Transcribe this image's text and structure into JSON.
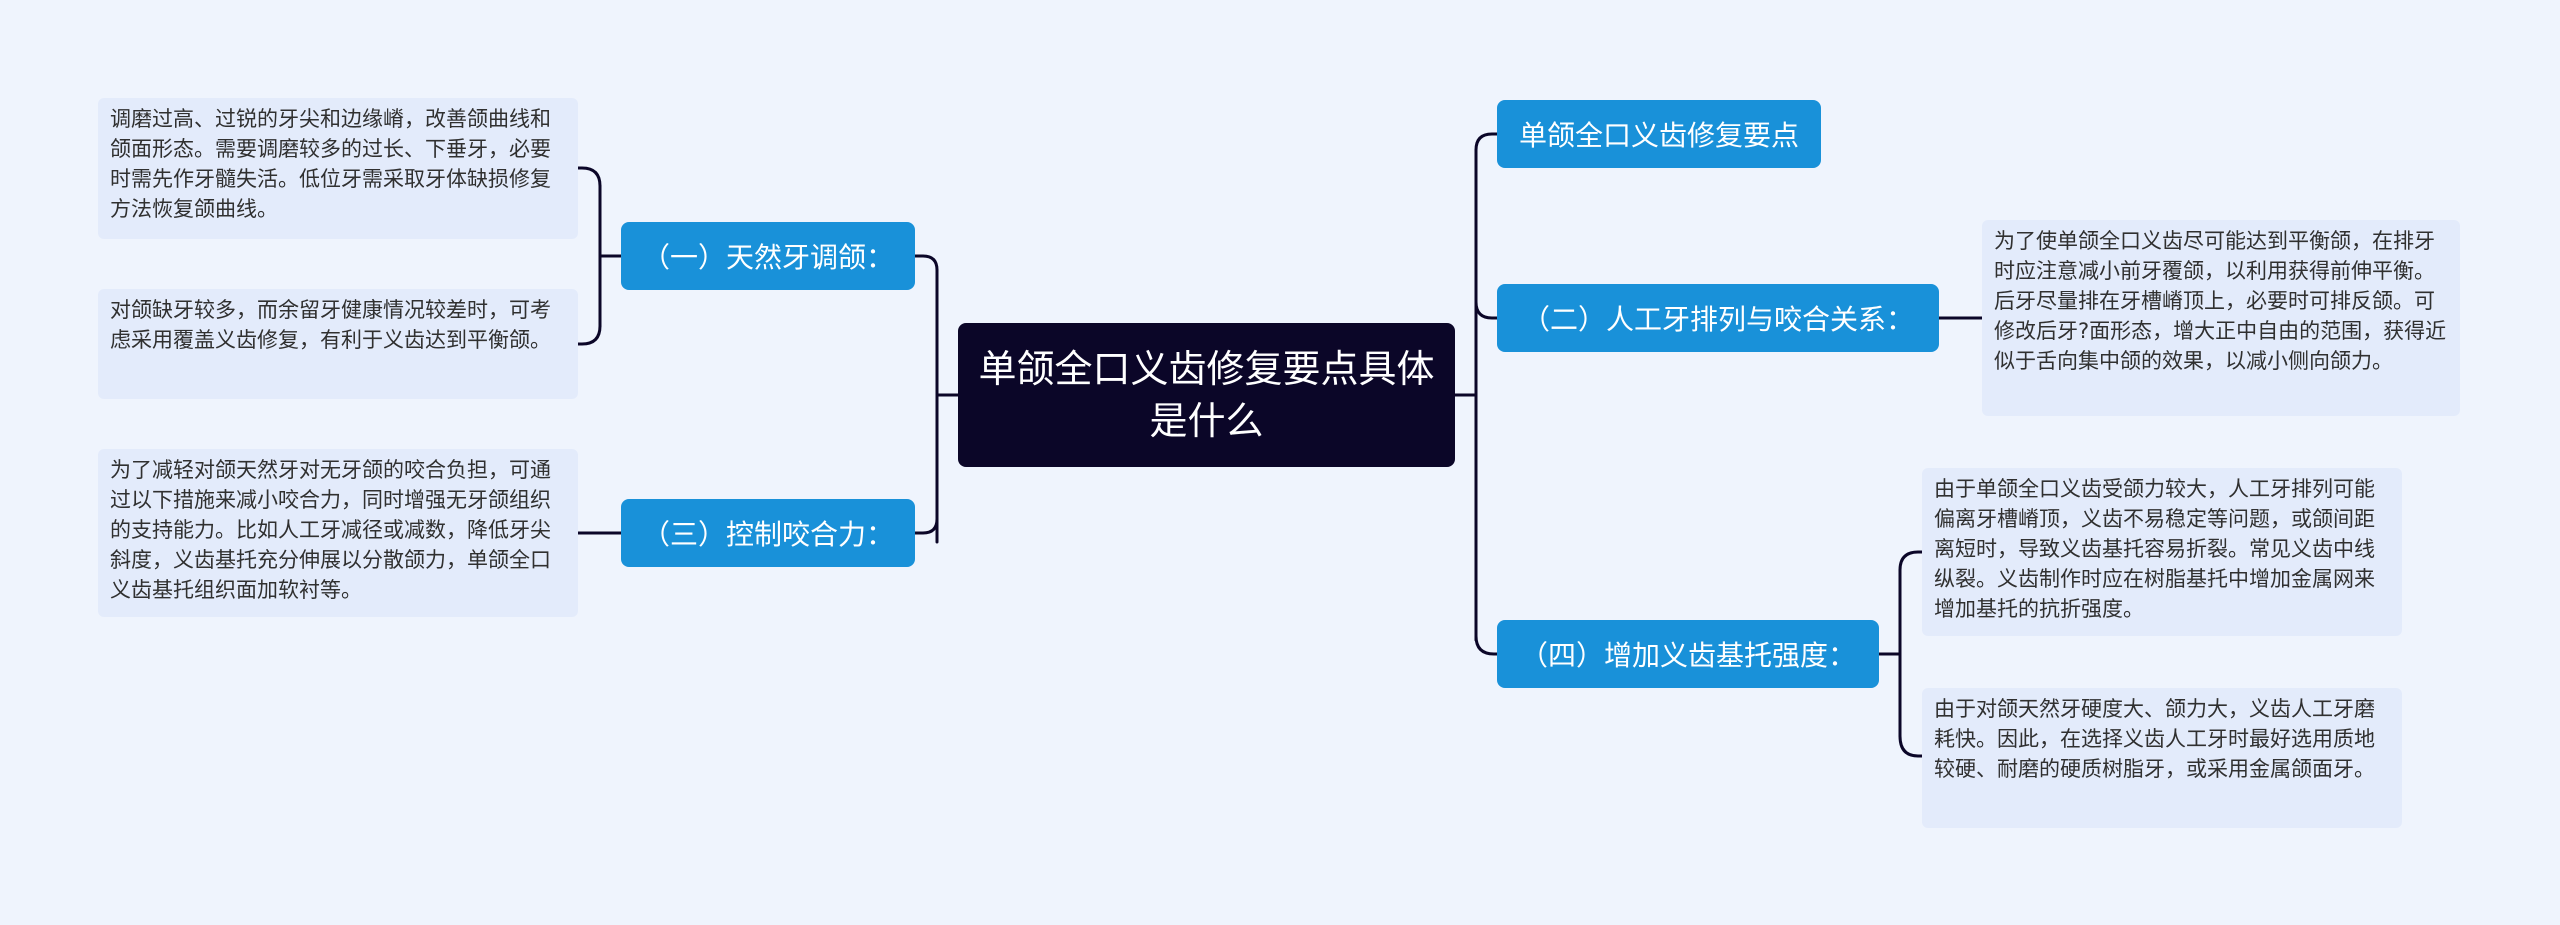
{
  "root": {
    "title": "单颌全口义齿修复要点具体是什么"
  },
  "branches": {
    "b0": {
      "label": "单颌全口义齿修复要点"
    },
    "b1": {
      "label": "（一）天然牙调颌："
    },
    "b2": {
      "label": "（二）人工牙排列与咬合关系："
    },
    "b3": {
      "label": "（三）控制咬合力："
    },
    "b4": {
      "label": "（四）增加义齿基托强度："
    }
  },
  "leaves": {
    "b1_a": "调磨过高、过锐的牙尖和边缘嵴，改善颌曲线和颌面形态。需要调磨较多的过长、下垂牙，必要时需先作牙髓失活。低位牙需采取牙体缺损修复方法恢复颌曲线。",
    "b1_b": "对颌缺牙较多，而余留牙健康情况较差时，可考虑采用覆盖义齿修复，有利于义齿达到平衡颌。",
    "b3_a": "为了减轻对颌天然牙对无牙颌的咬合负担，可通过以下措施来减小咬合力，同时增强无牙颌组织的支持能力。比如人工牙减径或减数，降低牙尖斜度，义齿基托充分伸展以分散颌力，单颌全口义齿基托组织面加软衬等。",
    "b2_a": "为了使单颌全口义齿尽可能达到平衡颌，在排牙时应注意减小前牙覆颌，以利用获得前伸平衡。后牙尽量排在牙槽嵴顶上，必要时可排反颌。可修改后牙?面形态，增大正中自由的范围，获得近似于舌向集中颌的效果，以减小侧向颌力。",
    "b4_a": "由于单颌全口义齿受颌力较大，人工牙排列可能偏离牙槽嵴顶，义齿不易稳定等问题，或颌间距离短时，导致义齿基托容易折裂。常见义齿中线纵裂。义齿制作时应在树脂基托中增加金属网来增加基托的抗折强度。",
    "b4_b": "由于对颌天然牙硬度大、颌力大，义齿人工牙磨耗快。因此，在选择义齿人工牙时最好选用质地较硬、耐磨的硬质树脂牙，或采用金属颌面牙。"
  },
  "colors": {
    "background": "#eff4fd",
    "root": "#0b0628",
    "branch": "#1991d9",
    "leaf": "#e3ebfb",
    "connector": "#0b0628"
  }
}
